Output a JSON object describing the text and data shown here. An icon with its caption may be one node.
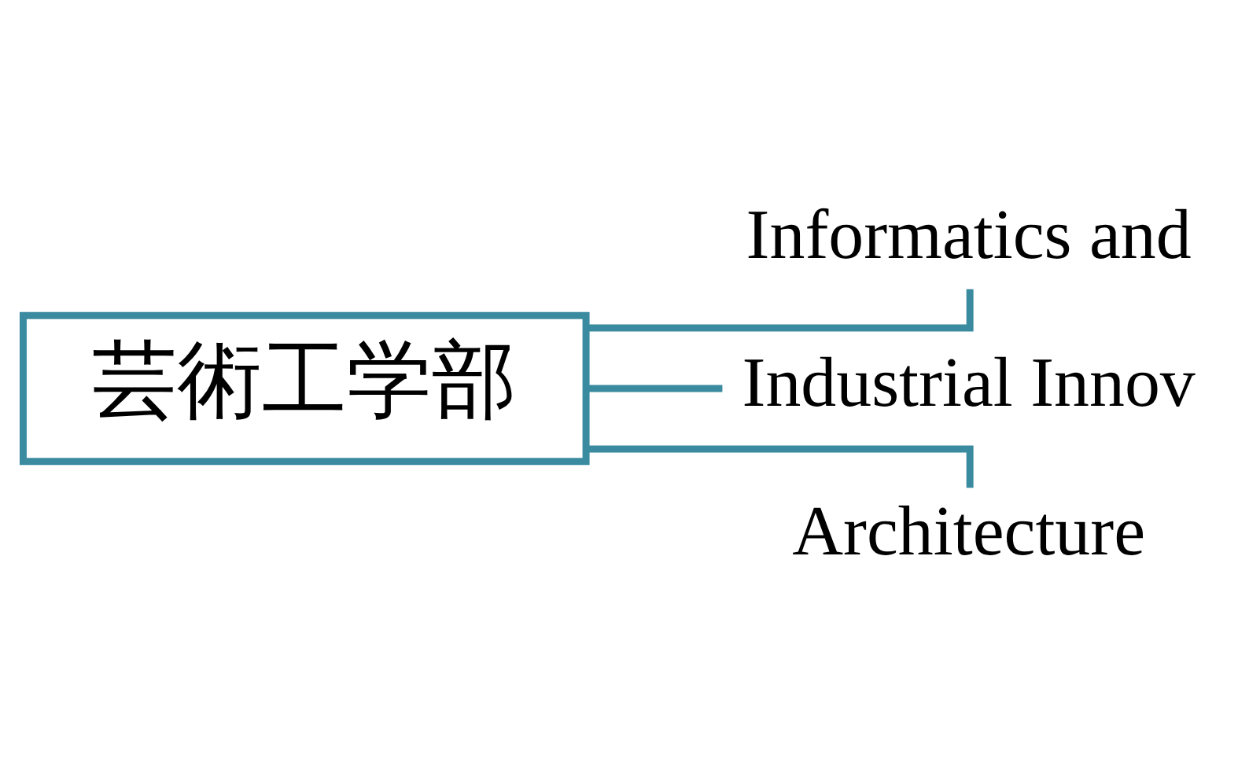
{
  "diagram": {
    "nodes": [
      {
        "text": [
          "芸術工学部"
        ]
      },
      {
        "text": [
          "Informatics and"
        ]
      },
      {
        "text": [
          "Industrial Innov"
        ]
      },
      {
        "text": [
          "Architecture"
        ]
      }
    ],
    "edges": [
      {
        "from": 0,
        "to": 1,
        "arrow": "none"
      },
      {
        "from": 0,
        "to": 2,
        "arrow": "none"
      },
      {
        "from": 0,
        "to": 3,
        "arrow": "none"
      }
    ]
  }
}
